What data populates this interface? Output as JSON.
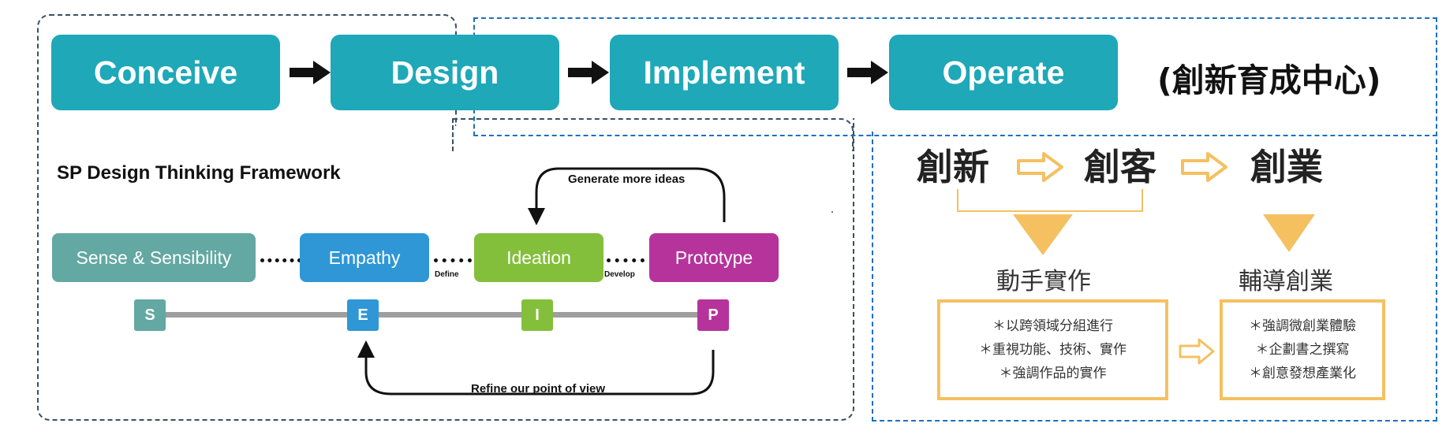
{
  "cdio": [
    {
      "label": "Conceive"
    },
    {
      "label": "Design"
    },
    {
      "label": "Implement"
    },
    {
      "label": "Operate"
    }
  ],
  "incubation_label": "(創新育成中心)",
  "framework": {
    "title": "SP Design Thinking Framework",
    "stages": [
      {
        "label": "Sense & Sensibility",
        "color": "#63a8a2"
      },
      {
        "label": "Empathy",
        "color": "#2f97d6"
      },
      {
        "label": "Ideation",
        "color": "#84bf3c"
      },
      {
        "label": "Prototype",
        "color": "#b6339b"
      }
    ],
    "connector_labels": {
      "define": "Define",
      "develop": "Develop"
    },
    "letters": [
      {
        "label": "S",
        "color": "#63a8a2"
      },
      {
        "label": "E",
        "color": "#2f97d6"
      },
      {
        "label": "I",
        "color": "#84bf3c"
      },
      {
        "label": "P",
        "color": "#b6339b"
      }
    ],
    "loop_top_label": "Generate more ideas",
    "loop_bottom_label": "Refine our point of view"
  },
  "right_panel": {
    "stages": [
      "創新",
      "創客",
      "創業"
    ],
    "outcomes": [
      "動手實作",
      "輔導創業"
    ],
    "box_left": [
      "＊以跨領域分組進行",
      "＊重視功能、技術、實作",
      "＊強調作品的實作"
    ],
    "box_right": [
      "＊強調微創業體驗",
      "＊企劃書之撰寫",
      "＊創意發想產業化"
    ],
    "accent_color": "#f5c060"
  }
}
